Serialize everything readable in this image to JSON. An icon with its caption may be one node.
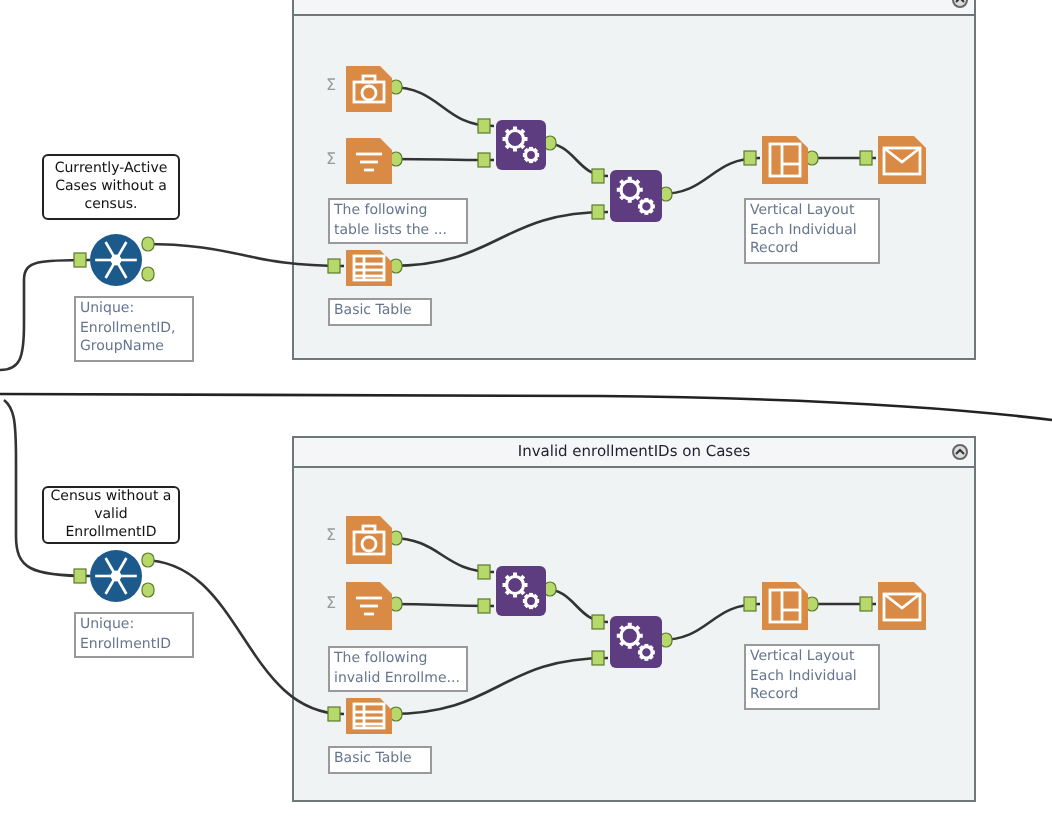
{
  "diagram": {
    "nodes": [
      {
        "text": [],
        "shape": "box"
      },
      {
        "text": [
          "Currently-Active Cases without a census."
        ]
      },
      {
        "text": [],
        "shape": "circle",
        "beside": [
          "Unique: EnrollmentID, GroupName"
        ]
      },
      {
        "text": [],
        "shape": "box",
        "in": 0
      },
      {
        "text": [],
        "shape": "box",
        "in": 0
      },
      {
        "text": [],
        "shape": "box",
        "in": 0,
        "beside": [
          "The following table lists the ...",
          "Basic Table"
        ]
      },
      {
        "text": [],
        "shape": "box",
        "in": 0
      },
      {
        "text": [],
        "shape": "box",
        "in": 0
      },
      {
        "text": [],
        "shape": "box",
        "in": 0,
        "beside": [
          "Vertical Layout Each Individual Record"
        ]
      },
      {
        "text": [],
        "shape": "box",
        "in": 0
      },
      {
        "text": [
          "Invalid enrollmentIDs on Cases"
        ]
      },
      {
        "text": [
          "Census without a valid EnrollmentID"
        ]
      },
      {
        "text": [],
        "shape": "circle",
        "beside": [
          "Unique: EnrollmentID"
        ]
      },
      {
        "text": [],
        "shape": "box",
        "in": 10
      },
      {
        "text": [],
        "shape": "box",
        "in": 10
      },
      {
        "text": [],
        "shape": "box",
        "in": 10,
        "beside": [
          "The following invalid Enrollme...",
          "Basic Table"
        ]
      },
      {
        "text": [],
        "shape": "box",
        "in": 10
      },
      {
        "text": [],
        "shape": "box",
        "in": 10
      },
      {
        "text": [],
        "shape": "box",
        "in": 10,
        "beside": [
          "Vertical Layout Each Individual Record"
        ]
      },
      {
        "text": [],
        "shape": "box",
        "in": 10
      }
    ],
    "edges": [
      {
        "from": null,
        "to": 2,
        "arrow": "none"
      },
      {
        "from": 2,
        "to": 5,
        "arrow": "none"
      },
      {
        "from": 3,
        "to": 6,
        "arrow": "none"
      },
      {
        "from": 4,
        "to": 6,
        "arrow": "none"
      },
      {
        "from": 6,
        "to": 7,
        "arrow": "none"
      },
      {
        "from": 5,
        "to": 7,
        "arrow": "none"
      },
      {
        "from": 7,
        "to": 8,
        "arrow": "none"
      },
      {
        "from": 8,
        "to": 9,
        "arrow": "none"
      },
      {
        "from": null,
        "to": 12,
        "arrow": "none"
      },
      {
        "from": 12,
        "to": 15,
        "arrow": "none"
      },
      {
        "from": 13,
        "to": 16,
        "arrow": "none"
      },
      {
        "from": 14,
        "to": 16,
        "arrow": "none"
      },
      {
        "from": 16,
        "to": 17,
        "arrow": "none"
      },
      {
        "from": 15,
        "to": 17,
        "arrow": "none"
      },
      {
        "from": 17,
        "to": 18,
        "arrow": "none"
      },
      {
        "from": 18,
        "to": 19,
        "arrow": "none"
      }
    ],
    "labels": [
      "Σ",
      "Σ",
      "Σ",
      "Σ"
    ]
  }
}
